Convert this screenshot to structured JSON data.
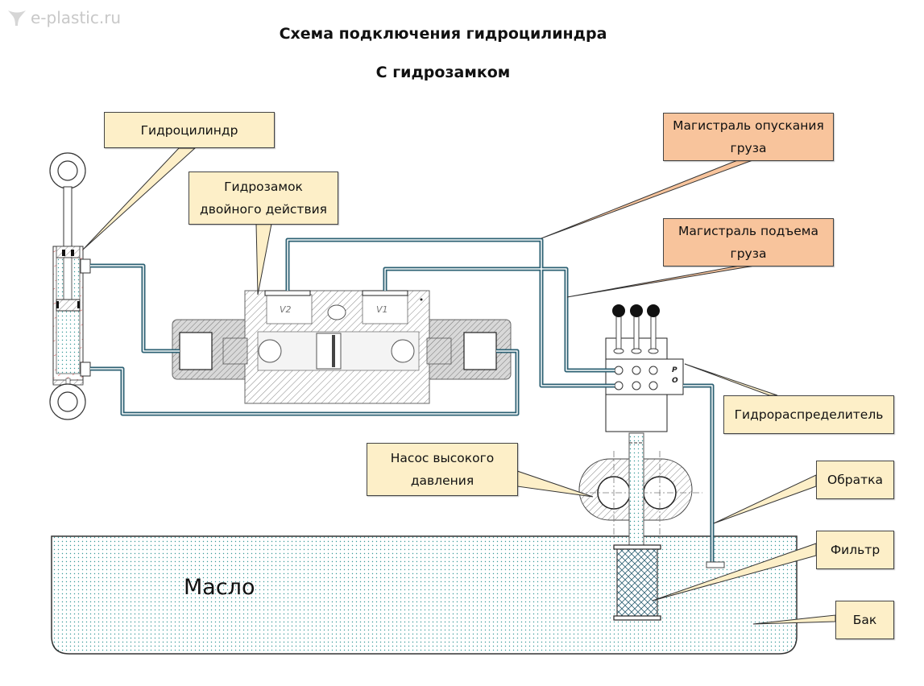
{
  "watermark": {
    "text": "e-plastic.ru",
    "icon": "logo-icon"
  },
  "title": {
    "line1": "Схема подключения гидроцилиндра",
    "line2": "С гидрозамком"
  },
  "labels": {
    "cylinder": "Гидроцилиндр",
    "lock_line1": "Гидрозамок",
    "lock_line2": "двойного действия",
    "lowering_line1": "Магистраль опускания",
    "lowering_line2": "груза",
    "lifting_line1": "Магистраль подъема",
    "lifting_line2": "груза",
    "distributor": "Гидрораспределитель",
    "pump_line1": "Насос высокого",
    "pump_line2": "давления",
    "return": "Обратка",
    "filter": "Фильтр",
    "tank": "Бак",
    "oil": "Масло"
  },
  "ports": {
    "lock_v2": "V2",
    "lock_v1": "V1",
    "distributor_p": "P",
    "distributor_o": "O"
  },
  "colors": {
    "pipe": "#2c6073",
    "callout_fill": "#fdefc8",
    "callout_orange_fill": "#f8c49c",
    "oil_dots": "#3a9a9a"
  }
}
